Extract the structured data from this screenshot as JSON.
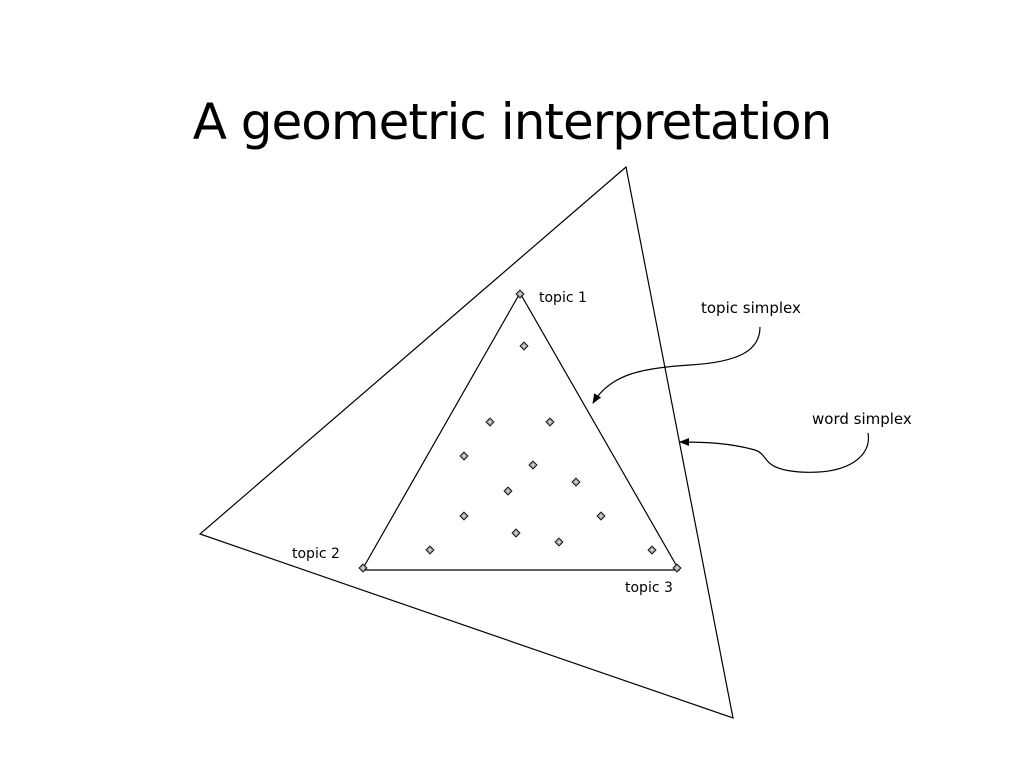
{
  "slide": {
    "title": "A geometric interpretation"
  },
  "diagram": {
    "vertex_labels": {
      "topic1": "topic 1",
      "topic2": "topic 2",
      "topic3": "topic 3"
    },
    "callouts": {
      "topic_simplex": "topic simplex",
      "word_simplex": "word simplex"
    },
    "line_color": "#000000",
    "point_fill": "#808080"
  }
}
